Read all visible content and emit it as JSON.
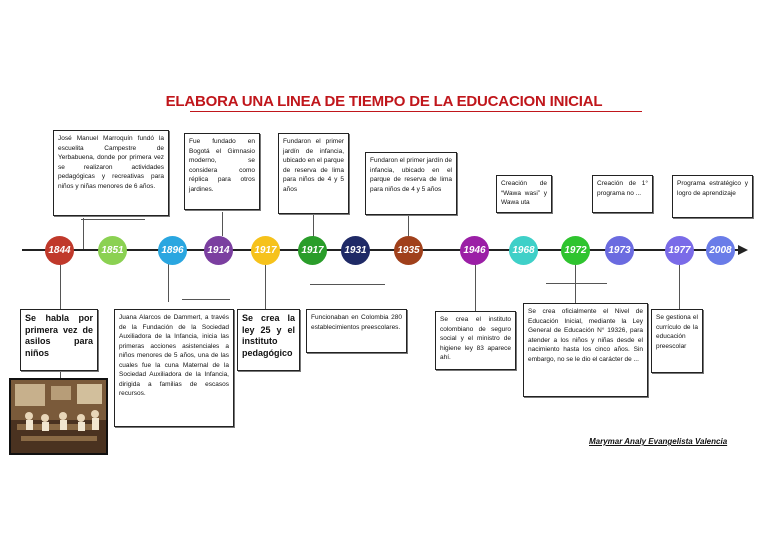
{
  "title": "ELABORA UNA LINEA DE TIEMPO DE LA EDUCACION INICIAL",
  "author": "Marymar Analy Evangelista Valencia",
  "years": [
    {
      "label": "1844",
      "color": "#c0392b"
    },
    {
      "label": "1851",
      "color": "#8bd152"
    },
    {
      "label": "1896",
      "color": "#2aa6e0"
    },
    {
      "label": "1914",
      "color": "#7b3fa0"
    },
    {
      "label": "1917",
      "color": "#f6c21b"
    },
    {
      "label": "1917",
      "color": "#2a9d2a"
    },
    {
      "label": "1931",
      "color": "#1f2a66"
    },
    {
      "label": "1935",
      "color": "#a0401b"
    },
    {
      "label": "1946",
      "color": "#9b1fa6"
    },
    {
      "label": "1968",
      "color": "#3fd0c8"
    },
    {
      "label": "1972",
      "color": "#2fc42f"
    },
    {
      "label": "1973",
      "color": "#6b6be0"
    },
    {
      "label": "1977",
      "color": "#7a6be8"
    },
    {
      "label": "2008",
      "color": "#6a7ce8"
    }
  ],
  "top_boxes": [
    "José Manuel Marroquín fundó la escuelita Campestre de Yerbabuena, donde por primera vez se realizaron actividades pedagógicas y recreativas para niños y niñas menores de 6 años.",
    "Fue fundado en Bogotá el Gimnasio moderno, se considera como réplica para otros jardines.",
    "Fundaron el primer jardín de infancia, ubicado en el parque de reserva de lima para niños de 4 y 5 años",
    "Fundaron el primer jardín de infancia, ubicado en el parque de reserva de lima para niños de 4 y 5 años",
    "Creación de “Wawa wasi” y Wawa uta",
    "Creación de 1° programa no ...",
    "Programa estratégico y logro de aprendizaje"
  ],
  "bottom_boxes": [
    "Se habla por primera vez de asilos para niños",
    "Juana Alarcos de Dammert, a través de la Fundación de la Sociedad Auxiliadora de la Infancia, inicia las primeras acciones asistenciales a niños menores de 5 años, una de las cuales fue la cuna Maternal de la Sociedad Auxiliadora de la Infancia, dirigida a familias de escasos recursos.",
    "Se crea la ley 25 y el instituto pedagógico",
    "Funcionaban en Colombia 280 establecimientos preescolares.",
    "Se crea el instituto colombiano de seguro social y el ministro de higiene ley 83 aparece ahí.",
    "Se crea oficialmente el Nivel de Educación Inicial, mediante la Ley General de Educación N° 19326, para atender a los niños y niñas desde el nacimiento hasta los cinco años. Sin embargo, no se le dio el carácter de ...",
    "Se gestiona el currículo de la educación preescolar"
  ]
}
